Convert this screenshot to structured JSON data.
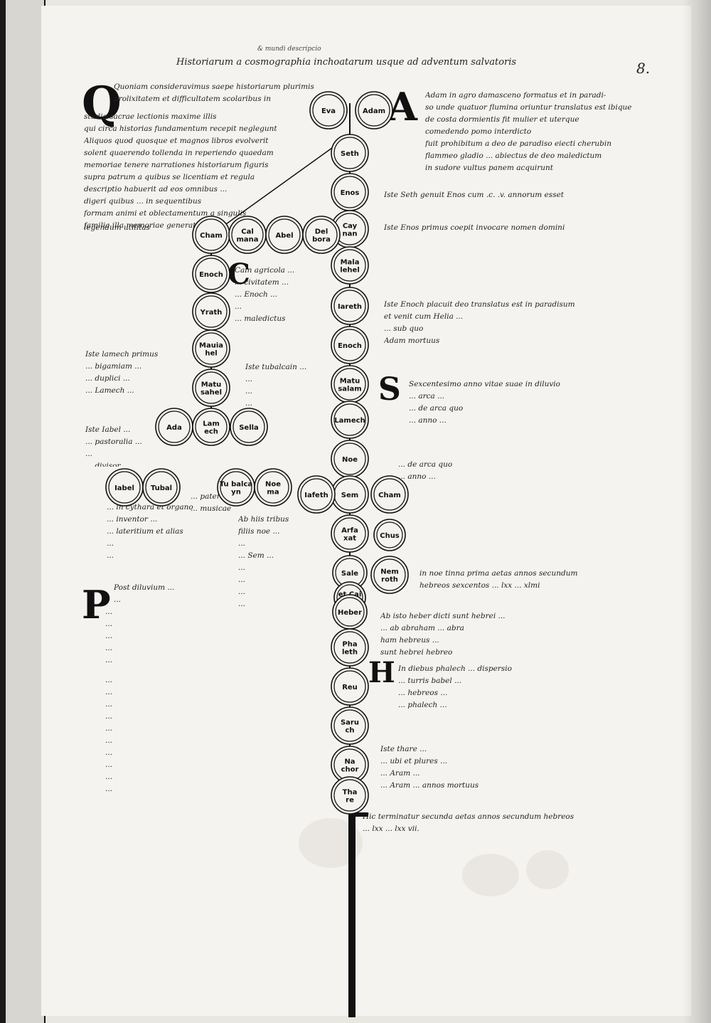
{
  "folio": "8.",
  "header": {
    "sup": "& mundi descripcio",
    "title": "Historiarum a cosmographia inchoatarum usque ad adventum salvatoris"
  },
  "genealogy": {
    "central": [
      "Adam",
      "Seth",
      "Enos",
      "Caynan",
      "Malalehel",
      "Iareth",
      "Enoch",
      "Matusalam",
      "Lamech",
      "Noe",
      "Sem",
      "Arfaxat",
      "Sale",
      "Heber",
      "Phaleth",
      "Reu",
      "Saruch",
      "Nachor",
      "Thare"
    ],
    "side_top": [
      "Eva"
    ],
    "cain_line": [
      "Cham",
      "Enoch",
      "Yrath",
      "Mauiahel",
      "Matusahel",
      "Lamech"
    ],
    "cain_sisters": [
      "Calmana",
      "Abel",
      "Delbora"
    ],
    "lamech_wives": [
      "Ada",
      "Sella"
    ],
    "lamech_sons": [
      "Iabel",
      "Tubal",
      "Tubalcayn",
      "Noema"
    ],
    "noe_sons": [
      "Iafeth",
      "Cham"
    ],
    "cham_line": [
      "Chus",
      "Nemroth"
    ],
    "extra_sem": [
      "Cainam"
    ]
  },
  "labels": {
    "eva": "Eva",
    "adam": "Adam",
    "seth": "Seth",
    "enos": "Enos",
    "caynan": "Cay nan",
    "malalehel": "Mala lehel",
    "iareth": "Iareth",
    "enoch": "Enoch",
    "matusalam": "Matu salam",
    "lamech": "Lamech",
    "noe": "Noe",
    "sem": "Sem",
    "iafeth": "Iafeth",
    "cham2": "Cham",
    "arfaxat": "Arfa xat",
    "sale": "Sale",
    "cainam": "et Cai nam",
    "heber": "Heber",
    "phaleth": "Pha leth",
    "reu": "Reu",
    "saruch": "Saru ch",
    "nachor": "Na chor",
    "thare": "Tha re",
    "cham": "Cham",
    "calmana": "Cal mana",
    "abel": "Abel",
    "delbora": "Del bora",
    "enochc": "Enoch",
    "yrath": "Yrath",
    "mauiahel": "Mauia hel",
    "matusahel": "Matu sahel",
    "ada": "Ada",
    "lamechc": "Lam ech",
    "sella": "Sella",
    "iabel": "Iabel",
    "tubal": "Tubal",
    "tubalcayn": "Tu balca yn",
    "noema": "Noe ma",
    "chus": "Chus",
    "nemroth": "Nem roth"
  },
  "text": {
    "intro": [
      "Quoniam consideravimus saepe historiarum plurimis",
      "prolixitatem et difficultatem scolaribus in",
      "studio sacrae lectionis maxime illis",
      "qui circa historias fundamentum recepit neglegunt",
      "Aliquos quod quosque et magnos libros evolverit",
      "solent quaerendo tollenda in reperiendo quaedam",
      "memoriae tenere narrationes historiarum figuris",
      "supra patrum a quibus se licentiam et regula",
      "descriptio habuerit ad eos omnibus ...",
      "digeri quibus ... in sequentibus",
      "formam animi et oblectamentum a singulis",
      "familia illa memoriae generationis",
      "legendum utilitas"
    ],
    "adam_note": [
      "Adam in agro damasceno formatus et in paradi-",
      "so unde quatuor flumina oriuntur translatus est ibique",
      "de costa dormientis fit mulier et uterque",
      "comedendo pomo interdicto",
      "fuit prohibitum a deo de paradiso eiecti cherubin",
      "flammeo gladio ... abiectus de deo maledictum",
      "in sudore vultus panem acquirunt"
    ],
    "seth_note": "Iste Seth genuit Enos cum .c. .v. annorum esset",
    "enos_note": "Iste Enos primus coepit invocare nomen domini",
    "enoch_note": [
      "Iste Enoch placuit deo translatus est in paradisum",
      "et venit cum Helia ... ",
      "... sub quo",
      "Adam mortuus"
    ],
    "noe_note": [
      "Sexcentesimo anno vitae suae in diluvio",
      "... arca ... ",
      "... de arca quo",
      "... anno ...",
      "in noe tinna prima aetas annos secundum",
      "hebreos sexcentos ... lxx ... xlmi"
    ],
    "heber_note": [
      "Ab isto heber dicti sunt hebrei ... ",
      "... ab abraham ... abra",
      "ham hebreus ... ",
      "sunt hebrei hebreo"
    ],
    "phaleth_note": [
      "In diebus phalech ... dispersio",
      "... turris babel ... ",
      "... hebreos ...",
      "... phalech ..."
    ],
    "thare_note": [
      "Iste thare ... ",
      "... ubi et plures ...",
      "... Aram ...",
      "... Aram ... annos mortuus"
    ],
    "aetas_note": [
      "Hic terminatur secunda aetas annos secundum hebreos",
      "... lxx ... lxx vii."
    ],
    "lamech_note": [
      "Iste lamech primus",
      "... bigamiam ...",
      "... duplici ...",
      "... Lamech ..."
    ],
    "iabel_note": [
      "Iste Iabel ...",
      "... pastoralia ...",
      "... ",
      "... divisor"
    ],
    "tubal_note": [
      "... pater",
      "... musicae",
      "... in cythara et organo",
      "... inventor ...",
      "... lateritium et alias",
      "... ",
      "... "
    ],
    "cain_note": [
      "Cain agricola ...",
      "... civitatem ...",
      "... Enoch ...",
      "... ",
      "... maledictus"
    ],
    "iafeth_note": [
      "Ab hiis tribus",
      "filiis noe ...",
      "... ",
      "... Sem ...",
      "... ",
      "... ",
      "... ",
      "... "
    ],
    "post_note": [
      "Post diluvium ...",
      "... ",
      "... ",
      "... ",
      "... ",
      "... ",
      "... ",
      "... ",
      "... ",
      "... ",
      "... ",
      "... ",
      "... ",
      "... ",
      "... ",
      "... ",
      "... ",
      "... "
    ],
    "tubalcain_note": [
      "Iste tubalcain ...",
      "... ",
      "... ",
      "... "
    ]
  }
}
